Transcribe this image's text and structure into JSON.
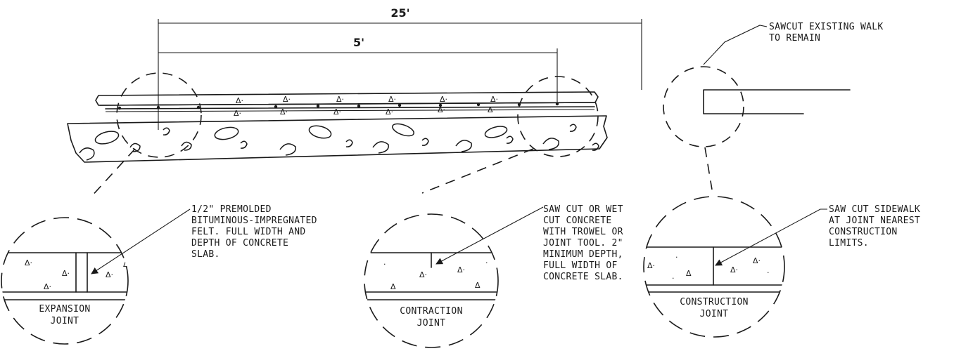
{
  "dimensions": {
    "overall": "25'",
    "spacing": "5'"
  },
  "callouts": {
    "sawcut_walk": [
      "SAWCUT EXISTING WALK",
      "TO REMAIN"
    ],
    "expansion_note": [
      "1/2\" PREMOLDED",
      "BITUMINOUS-IMPREGNATED",
      "FELT. FULL WIDTH AND",
      "DEPTH OF CONCRETE",
      "SLAB."
    ],
    "contraction_note": [
      "SAW CUT OR WET",
      "CUT CONCRETE",
      "WITH TROWEL OR",
      "JOINT TOOL. 2\"",
      "MINIMUM DEPTH,",
      "FULL WIDTH OF",
      "CONCRETE SLAB."
    ],
    "construction_note": [
      "SAW CUT SIDEWALK",
      "AT JOINT NEAREST",
      "CONSTRUCTION",
      "LIMITS."
    ]
  },
  "details": {
    "expansion": [
      "EXPANSION",
      "JOINT"
    ],
    "contraction": [
      "CONTRACTION",
      "JOINT"
    ],
    "construction": [
      "CONSTRUCTION",
      "JOINT"
    ]
  }
}
